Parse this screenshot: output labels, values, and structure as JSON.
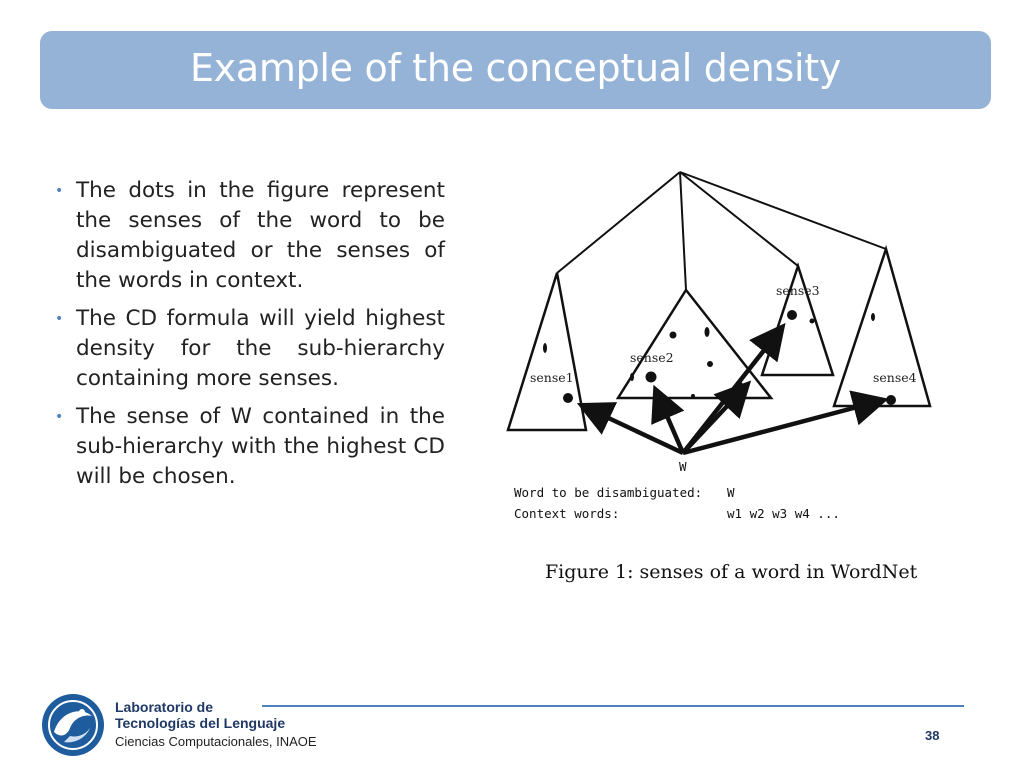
{
  "slide": {
    "title": "Example of the conceptual density",
    "bullets": [
      "The dots in the figure represent the senses of the word to be disambiguated or the senses of the words in context.",
      "The CD formula will yield highest density for the sub-hierarchy containing more senses.",
      "The sense of W contained in the sub-hierarchy with the highest CD will be chosen."
    ],
    "bullet_symbol": "•",
    "page_number": "38"
  },
  "figure": {
    "sense_labels": [
      "sense1",
      "sense2",
      "sense3",
      "sense4"
    ],
    "word_label": "W",
    "info_rows": [
      {
        "label": "Word to be disambiguated:",
        "value": "W"
      },
      {
        "label": "Context words:",
        "value": "w1 w2 w3 w4 ..."
      }
    ],
    "caption": "Figure 1: senses of a word in WordNet"
  },
  "footer": {
    "lab_line1": "Laboratorio de",
    "lab_line2": "Tecnologías del Lenguaje",
    "lab_line3": "Ciencias Computacionales, INAOE"
  },
  "colors": {
    "title_bar": "#95b3d7",
    "accent": "#4f81bd",
    "logo_blue": "#1f5c9e"
  }
}
